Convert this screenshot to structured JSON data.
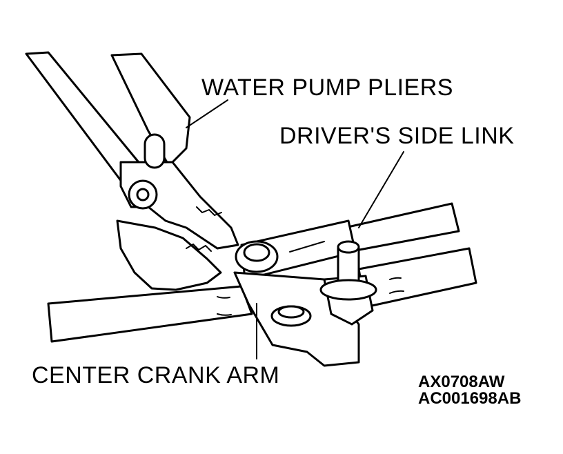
{
  "labels": {
    "water_pump_pliers": "WATER PUMP PLIERS",
    "drivers_side_link": "DRIVER'S SIDE LINK",
    "center_crank_arm": "CENTER CRANK ARM"
  },
  "codes": {
    "line1": "AX0708AW",
    "line2": "AC001698AB"
  }
}
